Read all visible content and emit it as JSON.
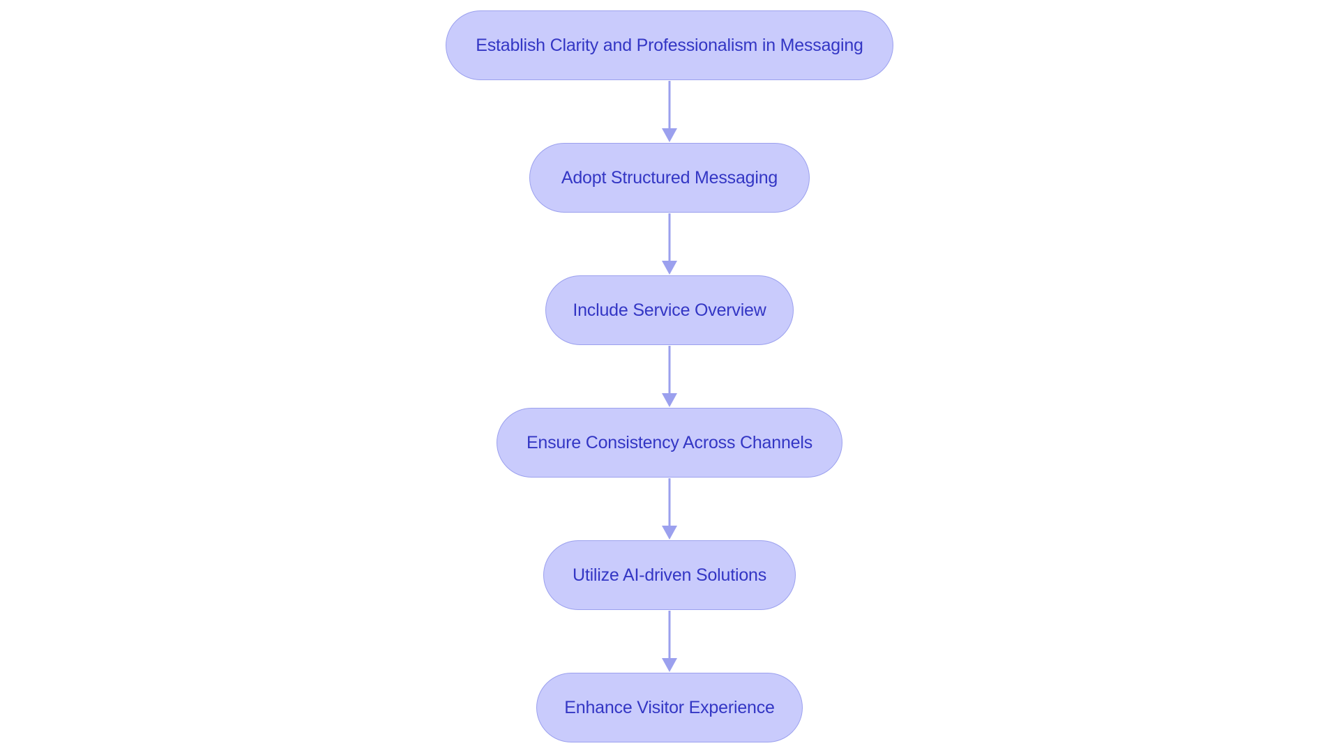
{
  "flowchart": {
    "nodes": [
      {
        "id": "n1",
        "label": "Establish Clarity and Professionalism in Messaging"
      },
      {
        "id": "n2",
        "label": "Adopt Structured Messaging"
      },
      {
        "id": "n3",
        "label": "Include Service Overview"
      },
      {
        "id": "n4",
        "label": "Ensure Consistency Across Channels"
      },
      {
        "id": "n5",
        "label": "Utilize AI-driven Solutions"
      },
      {
        "id": "n6",
        "label": "Enhance Visitor Experience"
      }
    ],
    "edges": [
      {
        "from": "n1",
        "to": "n2"
      },
      {
        "from": "n2",
        "to": "n3"
      },
      {
        "from": "n3",
        "to": "n4"
      },
      {
        "from": "n4",
        "to": "n5"
      },
      {
        "from": "n5",
        "to": "n6"
      }
    ]
  },
  "colors": {
    "node_fill": "#c9cbfc",
    "node_border": "#9ba0ee",
    "text": "#3336c4",
    "edge": "#9ba0ee"
  }
}
